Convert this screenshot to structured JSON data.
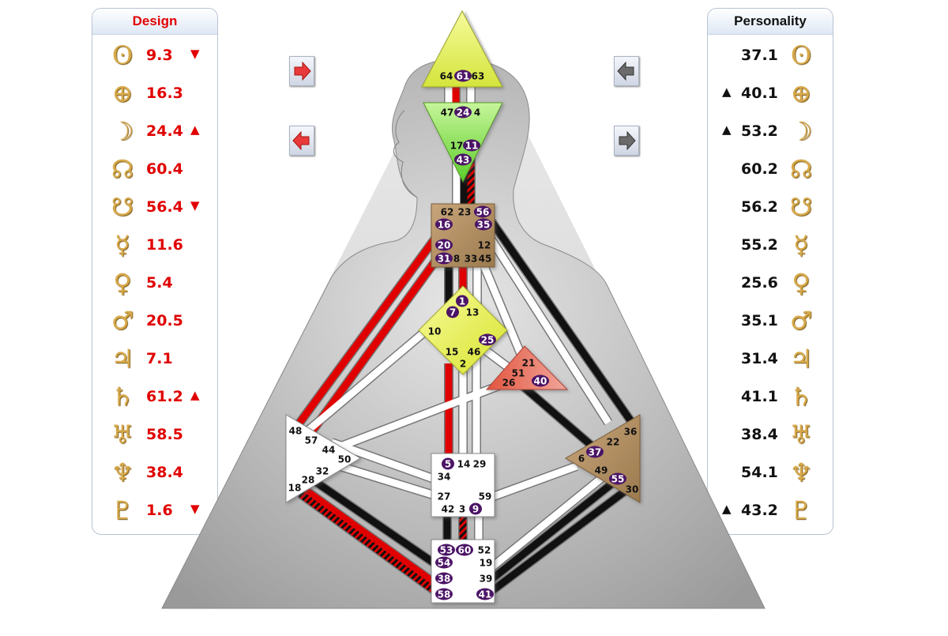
{
  "design": {
    "title": "Design",
    "rows": [
      {
        "planet": "sun-icon",
        "glyph": "ʘ",
        "value": "9.3",
        "arrow": "▼"
      },
      {
        "planet": "earth-icon",
        "glyph": "⊕",
        "value": "16.3",
        "arrow": ""
      },
      {
        "planet": "moon-icon",
        "glyph": "☽",
        "value": "24.4",
        "arrow": "▲"
      },
      {
        "planet": "north-node-icon",
        "glyph": "☊",
        "value": "60.4",
        "arrow": ""
      },
      {
        "planet": "south-node-icon",
        "glyph": "☋",
        "value": "56.4",
        "arrow": "▼"
      },
      {
        "planet": "mercury-icon",
        "glyph": "☿",
        "value": "11.6",
        "arrow": ""
      },
      {
        "planet": "venus-icon",
        "glyph": "♀",
        "value": "5.4",
        "arrow": ""
      },
      {
        "planet": "mars-icon",
        "glyph": "♂",
        "value": "20.5",
        "arrow": ""
      },
      {
        "planet": "jupiter-icon",
        "glyph": "♃",
        "value": "7.1",
        "arrow": ""
      },
      {
        "planet": "saturn-icon",
        "glyph": "♄",
        "value": "61.2",
        "arrow": "▲"
      },
      {
        "planet": "uranus-icon",
        "glyph": "♅",
        "value": "58.5",
        "arrow": ""
      },
      {
        "planet": "neptune-icon",
        "glyph": "♆",
        "value": "38.4",
        "arrow": ""
      },
      {
        "planet": "pluto-icon",
        "glyph": "♇",
        "value": "1.6",
        "arrow": "▼"
      }
    ]
  },
  "personality": {
    "title": "Personality",
    "rows": [
      {
        "planet": "sun-icon",
        "glyph": "ʘ",
        "value": "37.1",
        "arrow": ""
      },
      {
        "planet": "earth-icon",
        "glyph": "⊕",
        "value": "40.1",
        "arrow": "▲"
      },
      {
        "planet": "moon-icon",
        "glyph": "☽",
        "value": "53.2",
        "arrow": "▲"
      },
      {
        "planet": "north-node-icon",
        "glyph": "☊",
        "value": "60.2",
        "arrow": ""
      },
      {
        "planet": "south-node-icon",
        "glyph": "☋",
        "value": "56.2",
        "arrow": ""
      },
      {
        "planet": "mercury-icon",
        "glyph": "☿",
        "value": "55.2",
        "arrow": ""
      },
      {
        "planet": "venus-icon",
        "glyph": "♀",
        "value": "25.6",
        "arrow": ""
      },
      {
        "planet": "mars-icon",
        "glyph": "♂",
        "value": "35.1",
        "arrow": ""
      },
      {
        "planet": "jupiter-icon",
        "glyph": "♃",
        "value": "31.4",
        "arrow": ""
      },
      {
        "planet": "saturn-icon",
        "glyph": "♄",
        "value": "41.1",
        "arrow": ""
      },
      {
        "planet": "uranus-icon",
        "glyph": "♅",
        "value": "38.4",
        "arrow": ""
      },
      {
        "planet": "neptune-icon",
        "glyph": "♆",
        "value": "54.1",
        "arrow": ""
      },
      {
        "planet": "pluto-icon",
        "glyph": "♇",
        "value": "43.2",
        "arrow": "▲"
      }
    ]
  },
  "nav_buttons": [
    {
      "name": "design-forward-button",
      "icon": "red-right-arrow-icon",
      "color": "#e83a3a"
    },
    {
      "name": "design-back-button",
      "icon": "red-left-arrow-icon",
      "color": "#e83a3a"
    },
    {
      "name": "personality-back-button",
      "icon": "gray-left-arrow-icon",
      "color": "#6b6b6b"
    },
    {
      "name": "personality-forward-button",
      "icon": "gray-right-arrow-icon",
      "color": "#6b6b6b"
    }
  ],
  "colors": {
    "design": "#e00000",
    "personality": "#111111",
    "gate_badge": "#4b1466",
    "head_center": "#e1ef4a",
    "ajna_center": "#8fe04a",
    "throat_center": "#b08c5c",
    "g_center": "#eaf23c",
    "heart_center": "#e05a4a",
    "spleen_center": "#ffffff",
    "sacral_center": "#ffffff",
    "solar_plexus_center": "#b08c5c",
    "root_center": "#ffffff"
  },
  "centers": {
    "head": {
      "gates": [
        "64",
        "61",
        "63"
      ]
    },
    "ajna": {
      "gates": [
        "47",
        "24",
        "4",
        "17",
        "11",
        "43"
      ]
    },
    "throat": {
      "gates": [
        "62",
        "23",
        "56",
        "16",
        "35",
        "20",
        "12",
        "31",
        "8",
        "33",
        "45"
      ]
    },
    "g": {
      "gates": [
        "1",
        "7",
        "13",
        "10",
        "25",
        "15",
        "46",
        "2"
      ]
    },
    "heart": {
      "gates": [
        "21",
        "51",
        "26",
        "40"
      ]
    },
    "spleen": {
      "gates": [
        "48",
        "57",
        "44",
        "50",
        "32",
        "28",
        "18"
      ]
    },
    "sacral": {
      "gates": [
        "5",
        "14",
        "29",
        "34",
        "27",
        "59",
        "42",
        "3",
        "9"
      ]
    },
    "solar_plexus": {
      "gates": [
        "36",
        "22",
        "6",
        "37",
        "49",
        "55",
        "30"
      ]
    },
    "root": {
      "gates": [
        "53",
        "60",
        "52",
        "54",
        "19",
        "38",
        "39",
        "58",
        "41"
      ]
    }
  },
  "active_gates": [
    "61",
    "24",
    "11",
    "43",
    "56",
    "16",
    "35",
    "20",
    "31",
    "1",
    "7",
    "25",
    "40",
    "37",
    "55",
    "5",
    "9",
    "53",
    "60",
    "54",
    "38",
    "58",
    "41"
  ]
}
